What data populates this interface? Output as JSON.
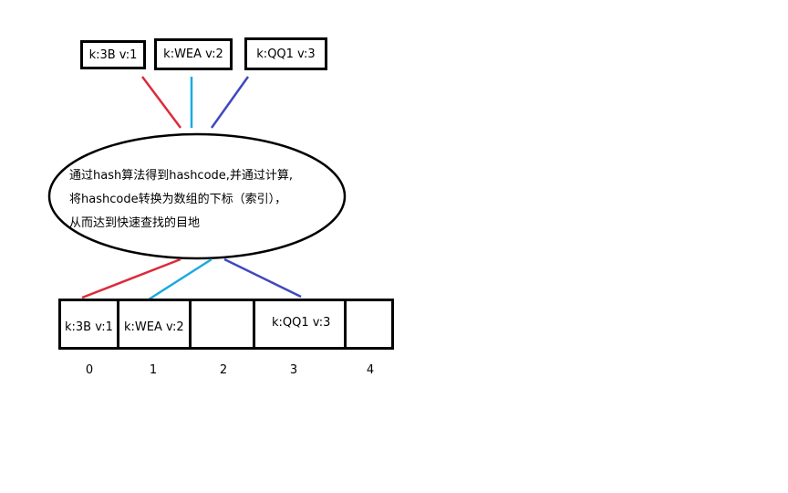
{
  "entries": [
    {
      "label": "k:3B v:1"
    },
    {
      "label": "k:WEA v:2"
    },
    {
      "label": "k:QQ1 v:3"
    }
  ],
  "description": {
    "lines": [
      "通过hash算法得到hashcode,并通过计算,",
      "将hashcode转换为数组的下标（索引），",
      "从而达到快速查找的目地"
    ]
  },
  "array": {
    "cells": [
      {
        "label": "k:3B v:1"
      },
      {
        "label": "k:WEA v:2"
      },
      {
        "label": ""
      },
      {
        "label": "k:QQ1 v:3"
      },
      {
        "label": ""
      }
    ],
    "indices": [
      "0",
      "1",
      "2",
      "3",
      "4"
    ]
  },
  "colors": {
    "red": "#dd2a3a",
    "cyan": "#1aa8e0",
    "blue": "#3f48c0",
    "ink": "#000000"
  }
}
